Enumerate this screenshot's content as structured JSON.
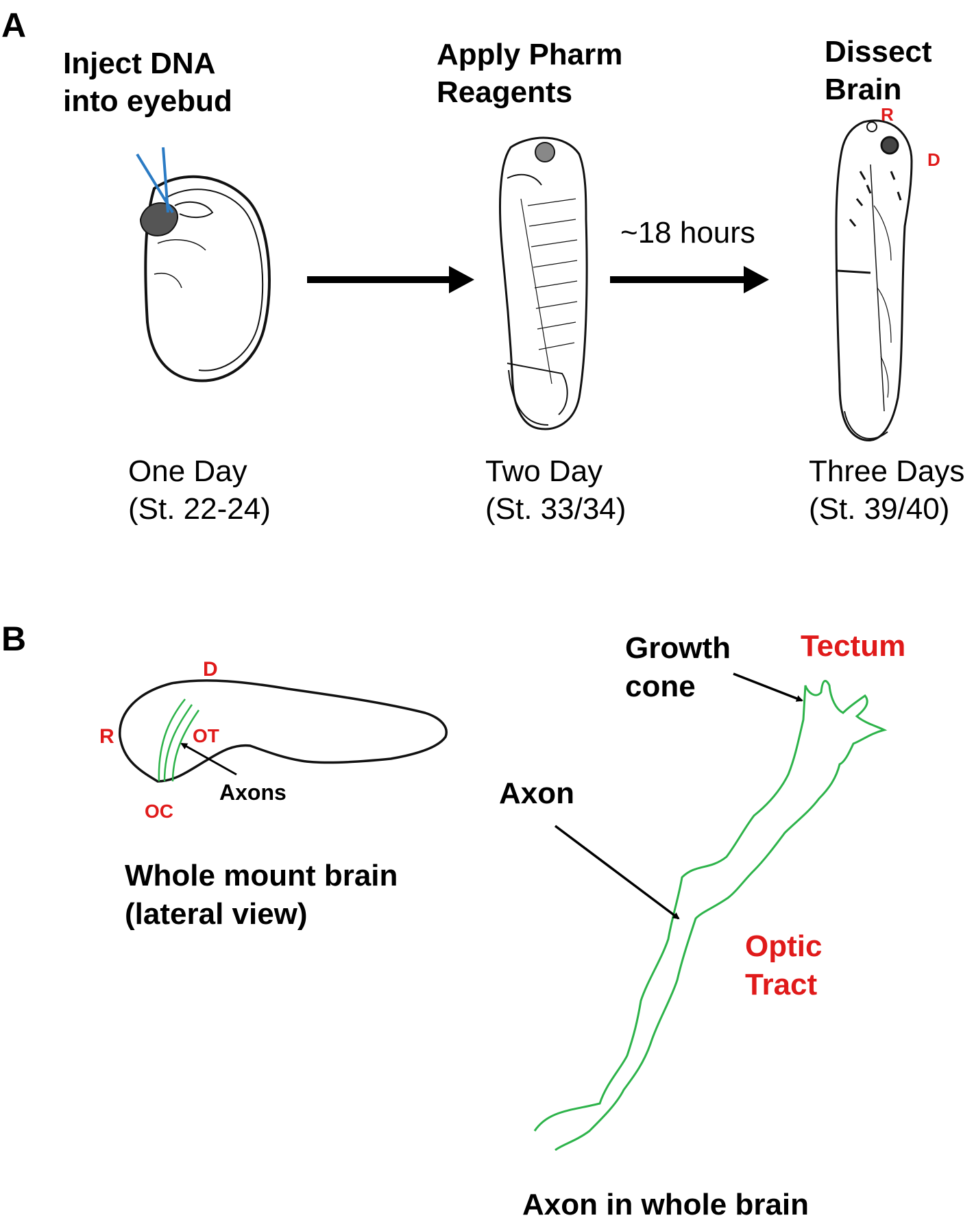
{
  "panel_a": {
    "letter": "A",
    "steps": [
      {
        "line1": "Inject DNA",
        "line2": "into eyebud"
      },
      {
        "line1": "Apply Pharm",
        "line2": "Reagents"
      },
      {
        "line1": "Dissect",
        "line2": "Brain"
      }
    ],
    "stages": [
      {
        "line1": "One Day",
        "line2": "(St. 22-24)"
      },
      {
        "line1": "Two Day",
        "line2": "(St. 33/34)"
      },
      {
        "line1": "Three Days",
        "line2": "(St. 39/40)"
      }
    ],
    "time_label": "~18 hours",
    "orientation": {
      "r": "R",
      "d": "D"
    }
  },
  "panel_b": {
    "letter": "B",
    "brain": {
      "d": "D",
      "r": "R",
      "ot": "OT",
      "oc": "OC",
      "axons": "Axons",
      "caption_line1": "Whole mount brain",
      "caption_line2": "(lateral view)"
    },
    "axon": {
      "growth_cone_line1": "Growth",
      "growth_cone_line2": "cone",
      "tectum": "Tectum",
      "axon_label": "Axon",
      "optic_line1": "Optic",
      "optic_line2": "Tract",
      "caption": "Axon in whole brain"
    }
  },
  "colors": {
    "label_red": "#e01a1a",
    "axon_green": "#2db34a",
    "pipette_blue": "#2b7bc4"
  }
}
